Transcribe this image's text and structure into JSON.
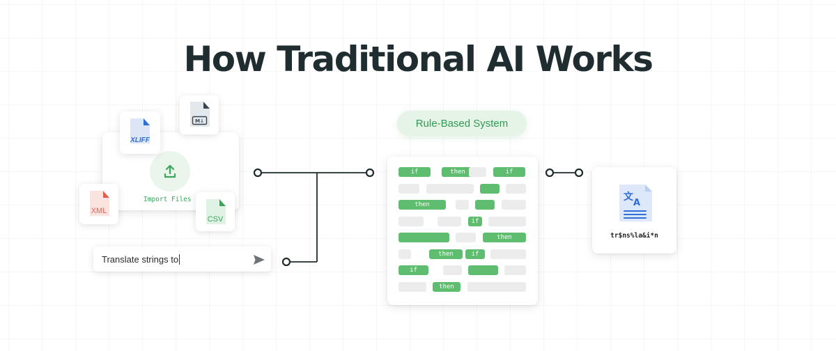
{
  "title": "How Traditional AI Works",
  "input": {
    "import_label": "Import Files",
    "files": [
      {
        "label": "XLIFF",
        "color": "#2f6fd6"
      },
      {
        "label": "",
        "icon": "markdown-icon",
        "color": "#3a4550"
      },
      {
        "label": "XML",
        "color": "#e06050"
      },
      {
        "label": "CSV",
        "color": "#3ba55c"
      }
    ],
    "prompt": {
      "text": "Translate strings to",
      "icon": "send-icon"
    }
  },
  "system": {
    "label": "Rule-Based System",
    "rows": [
      [
        {
          "t": "g",
          "label": "if"
        },
        {
          "t": "g",
          "label": "then"
        },
        {
          "t": "e",
          "label": ""
        },
        {
          "t": "g",
          "label": "if"
        }
      ],
      [
        {
          "t": "e",
          "label": ""
        },
        {
          "t": "e",
          "label": ""
        },
        {
          "t": "g",
          "label": ""
        },
        {
          "t": "e",
          "label": ""
        }
      ],
      [
        {
          "t": "g",
          "label": "then"
        },
        {
          "t": "e",
          "label": ""
        },
        {
          "t": "g",
          "label": ""
        },
        {
          "t": "e",
          "label": ""
        }
      ],
      [
        {
          "t": "e",
          "label": ""
        },
        {
          "t": "e",
          "label": ""
        },
        {
          "t": "g",
          "label": "if"
        },
        {
          "t": "e",
          "label": ""
        }
      ],
      [
        {
          "t": "g",
          "label": ""
        },
        {
          "t": "e",
          "label": ""
        },
        {
          "t": "g",
          "label": "then"
        }
      ],
      [
        {
          "t": "e",
          "label": ""
        },
        {
          "t": "g",
          "label": "then"
        },
        {
          "t": "g",
          "label": "if"
        },
        {
          "t": "e",
          "label": ""
        }
      ],
      [
        {
          "t": "g",
          "label": "if"
        },
        {
          "t": "e",
          "label": ""
        },
        {
          "t": "g",
          "label": ""
        },
        {
          "t": "e",
          "label": ""
        }
      ],
      [
        {
          "t": "e",
          "label": ""
        },
        {
          "t": "g",
          "label": "then"
        },
        {
          "t": "e",
          "label": ""
        }
      ]
    ]
  },
  "output": {
    "text": "tr$ns%la&i*n",
    "icon": "translate-icon"
  },
  "colors": {
    "accent_green": "#5ebd6f",
    "text_green": "#2e9b52",
    "title": "#1f2d30",
    "connector": "#1e2a2d"
  }
}
